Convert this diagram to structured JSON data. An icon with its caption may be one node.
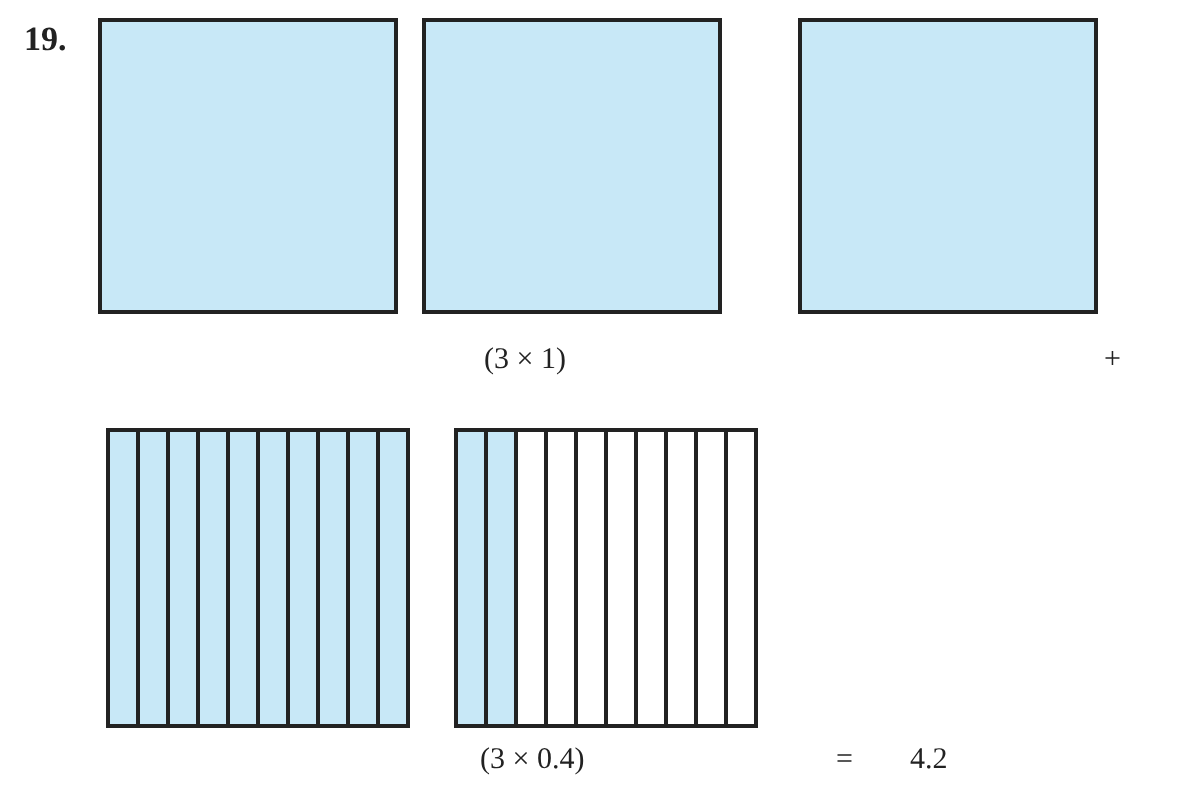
{
  "diagram": {
    "labels": [
      "19.",
      "(3 × 1)",
      "+",
      "(3 × 0.4)",
      "=",
      "4.2"
    ]
  }
}
